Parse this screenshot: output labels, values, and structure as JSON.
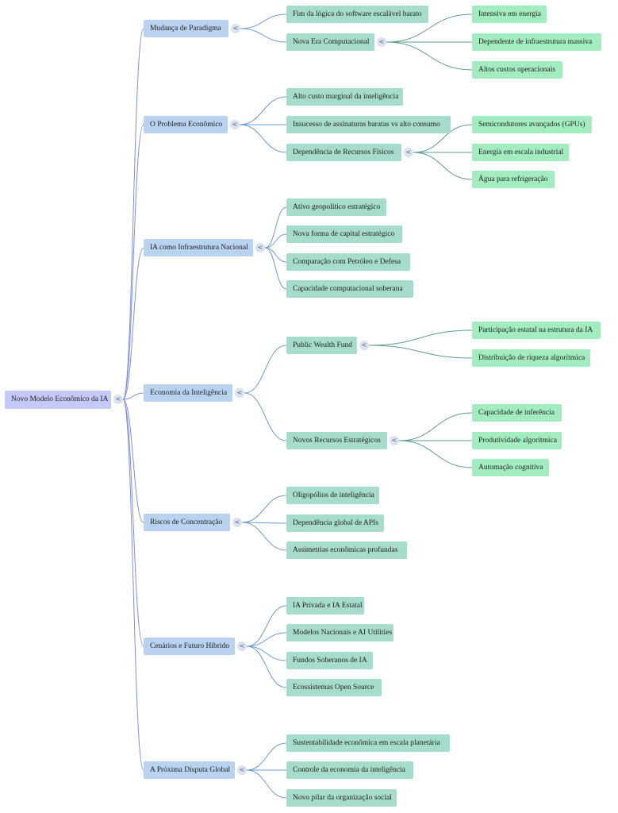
{
  "root": {
    "label": "Novo Modelo Econômico da IA",
    "children": [
      {
        "label": "Mudança de Paradigma",
        "children": [
          {
            "label": "Fim da lógica do software escalável barato"
          },
          {
            "label": "Nova Era Computacional",
            "children": [
              {
                "label": "Intensiva em energia"
              },
              {
                "label": "Dependente de infraestrutura massiva"
              },
              {
                "label": "Altos custos operacionais"
              }
            ]
          }
        ]
      },
      {
        "label": "O Problema Econômico",
        "children": [
          {
            "label": "Alto custo marginal da inteligência"
          },
          {
            "label": "Insucesso de assinaturas baratas vs alto consumo"
          },
          {
            "label": "Dependência de Recursos Físicos",
            "children": [
              {
                "label": "Semicondutores avançados (GPUs)"
              },
              {
                "label": "Energia em escala industrial"
              },
              {
                "label": "Água para refrigeração"
              }
            ]
          }
        ]
      },
      {
        "label": "IA como Infraestrutura Nacional",
        "children": [
          {
            "label": "Ativo geopolítico estratégico"
          },
          {
            "label": "Nova forma de capital estratégico"
          },
          {
            "label": "Comparação com Petróleo e Defesa"
          },
          {
            "label": "Capacidade computacional soberana"
          }
        ]
      },
      {
        "label": "Economia da Inteligência",
        "children": [
          {
            "label": "Public Wealth Fund",
            "children": [
              {
                "label": "Participação estatal na estrutura da IA"
              },
              {
                "label": "Distribuição de riqueza algorítmica"
              }
            ]
          },
          {
            "label": "Novos Recursos Estratégicos",
            "children": [
              {
                "label": "Capacidade de inferência"
              },
              {
                "label": "Produtividade algorítmica"
              },
              {
                "label": "Automação cognitiva"
              }
            ]
          }
        ]
      },
      {
        "label": "Riscos de Concentração",
        "children": [
          {
            "label": "Oligopólios de inteligência"
          },
          {
            "label": "Dependência global de APIs"
          },
          {
            "label": "Assimetrias econômicas profundas"
          }
        ]
      },
      {
        "label": "Cenários e Futuro Híbrido",
        "children": [
          {
            "label": "IA Privada e IA Estatal"
          },
          {
            "label": "Modelos Nacionais e AI Utilities"
          },
          {
            "label": "Fundos Soberanos de IA"
          },
          {
            "label": "Ecossistemas Open Source"
          }
        ]
      },
      {
        "label": "A Próxima Disputa Global",
        "children": [
          {
            "label": "Sustentabilidade econômica em escala planetária"
          },
          {
            "label": "Controle da economia da inteligência"
          },
          {
            "label": "Novo pilar da organização social"
          }
        ]
      }
    ]
  },
  "toggle_glyph": "<"
}
